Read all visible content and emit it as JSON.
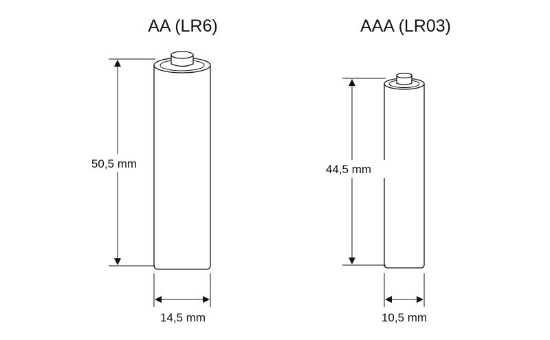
{
  "batteries": [
    {
      "id": "aa",
      "title": "AA (LR6)",
      "height_label": "50,5 mm",
      "diameter_label": "14,5 mm",
      "height_mm": 50.5,
      "diameter_mm": 14.5
    },
    {
      "id": "aaa",
      "title": "AAA (LR03)",
      "height_label": "44,5 mm",
      "diameter_label": "10,5 mm",
      "height_mm": 44.5,
      "diameter_mm": 10.5
    }
  ],
  "colors": {
    "line": "#111111",
    "fill": "#ffffff",
    "background": "#ffffff"
  }
}
